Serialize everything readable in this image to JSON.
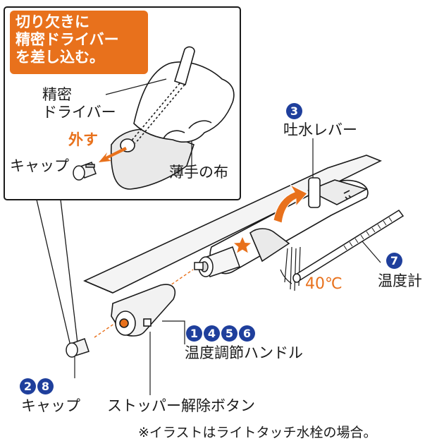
{
  "callout": {
    "lines": [
      "切り欠きに",
      "精密ドライバー",
      "を差し込む。"
    ]
  },
  "inset_labels": {
    "precision_driver": [
      "精密",
      "ドライバー"
    ],
    "remove": "外す",
    "cap": "キャップ",
    "thin_cloth": "薄手の布"
  },
  "main_labels": {
    "spout_lever": {
      "steps": [
        "3"
      ],
      "text": "吐水レバー"
    },
    "thermometer": {
      "steps": [
        "7"
      ],
      "text": "温度計"
    },
    "temperature": "40℃",
    "temp_handle": {
      "steps": [
        "1",
        "4",
        "5",
        "6"
      ],
      "text": "温度調節ハンドル"
    },
    "cap": {
      "steps": [
        "2",
        "8"
      ],
      "text": "キャップ"
    },
    "stopper_release": "ストッパー解除ボタン"
  },
  "footnote": "※イラストはライトタッチ水栓の場合。",
  "colors": {
    "accent_orange": "#e8711c",
    "step_badge_blue": "#1f3f9c",
    "line": "#1a1a1a"
  }
}
